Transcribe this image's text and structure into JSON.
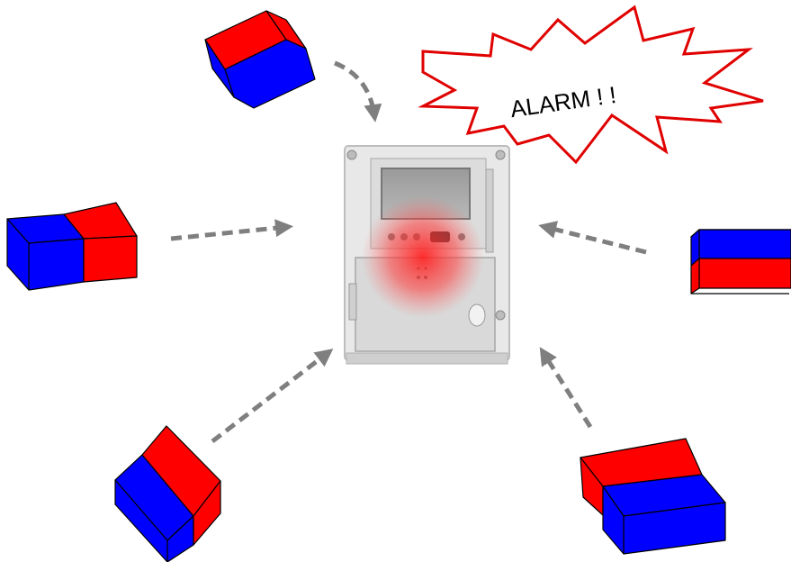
{
  "alarm": {
    "text": "ALARM ! !"
  },
  "colors": {
    "north": "#ff0000",
    "south": "#0000ff",
    "edge": "#000000",
    "arrow": "#7f7f7f",
    "glow": "#ff2a2a",
    "burst_stroke": "#e00000",
    "meter_body": "#e6e6e6"
  },
  "magnets": [
    {
      "id": "top",
      "poles": [
        "north",
        "south"
      ]
    },
    {
      "id": "left",
      "poles": [
        "south",
        "north"
      ]
    },
    {
      "id": "right",
      "poles": [
        "south",
        "north"
      ]
    },
    {
      "id": "bottom-left",
      "poles": [
        "south",
        "north"
      ]
    },
    {
      "id": "bottom-right",
      "poles": [
        "north",
        "south"
      ]
    }
  ]
}
